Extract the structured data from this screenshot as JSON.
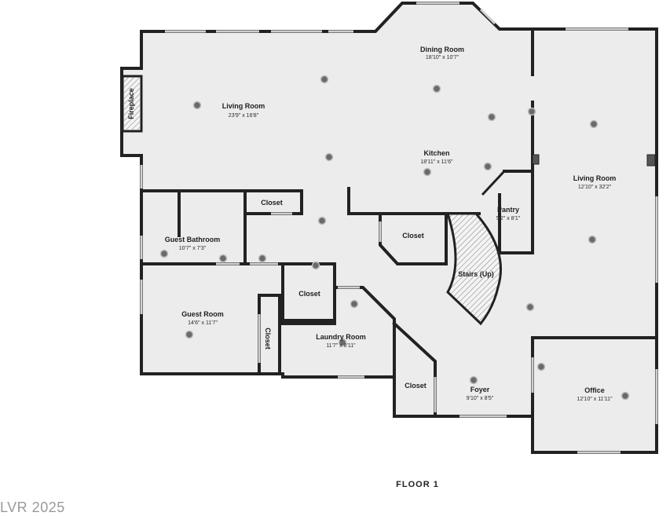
{
  "floor_label": "FLOOR 1",
  "watermark": "LVR 2025",
  "rooms": {
    "living_room_west": {
      "name": "Living Room",
      "dim": "23'9\" x 16'8\""
    },
    "dining_room": {
      "name": "Dining Room",
      "dim": "18'10\" x 10'7\""
    },
    "kitchen": {
      "name": "Kitchen",
      "dim": "18'11\" x 11'6\""
    },
    "living_room_east": {
      "name": "Living Room",
      "dim": "12'10\" x 32'2\""
    },
    "pantry": {
      "name": "Pantry",
      "dim": "5'2\" x 8'1\""
    },
    "guest_bathroom": {
      "name": "Guest Bathroom",
      "dim": "10'7\" x 7'3\""
    },
    "guest_room": {
      "name": "Guest Room",
      "dim": "14'6\" x 11'7\""
    },
    "laundry_room": {
      "name": "Laundry Room",
      "dim": "11'7\" x 8'11\""
    },
    "foyer": {
      "name": "Foyer",
      "dim": "9'10\" x 8'5\""
    },
    "office": {
      "name": "Office",
      "dim": "12'10\" x 11'11\""
    },
    "closet_top": {
      "name": "Closet"
    },
    "closet_kitchen": {
      "name": "Closet"
    },
    "closet_mid": {
      "name": "Closet"
    },
    "closet_vertical": {
      "name": "Closet"
    },
    "closet_foyer": {
      "name": "Closet"
    },
    "stairs": {
      "name": "Stairs (Up)"
    },
    "fireplace": {
      "name": "Fireplace"
    }
  },
  "colors": {
    "wall": "#222222",
    "floor": "#ececec",
    "light": "#6a6a6a",
    "window": "#cfcfcf"
  }
}
